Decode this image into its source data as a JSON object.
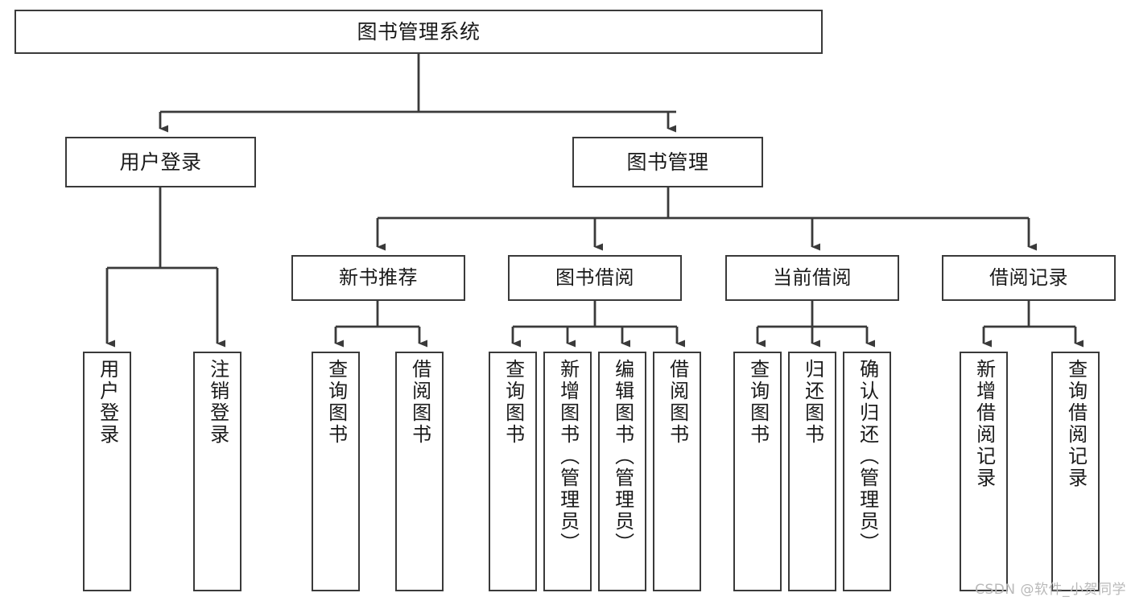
{
  "diagram": {
    "title": "图书管理系统",
    "type": "functional-structure-tree",
    "orientation": "top-down",
    "stroke_color": "#3a3a3a",
    "fill_color": "#ffffff",
    "text_color": "#1a1a1a"
  },
  "watermark": {
    "text": "CSDN @软件_小贺同学",
    "color": "#b9b9b9"
  },
  "nodes": {
    "root": {
      "label": "图书管理系统"
    },
    "level2": [
      {
        "id": "user-login",
        "label": "用户登录"
      },
      {
        "id": "book-manage",
        "label": "图书管理"
      }
    ],
    "level3": [
      {
        "id": "new-book-rec",
        "label": "新书推荐"
      },
      {
        "id": "book-borrow",
        "label": "图书借阅"
      },
      {
        "id": "current-borrow",
        "label": "当前借阅"
      },
      {
        "id": "borrow-record",
        "label": "借阅记录"
      }
    ],
    "leaves": {
      "user_login": [
        {
          "id": "leaf-user-login",
          "label": "用户登录"
        },
        {
          "id": "leaf-logout",
          "label": "注销登录"
        }
      ],
      "new_book_rec": [
        {
          "id": "leaf-query-book-1",
          "label": "查询图书"
        },
        {
          "id": "leaf-borrow-book-1",
          "label": "借阅图书"
        }
      ],
      "book_borrow": [
        {
          "id": "leaf-query-book-2",
          "label": "查询图书"
        },
        {
          "id": "leaf-add-book",
          "label": "新增图书（管理员）"
        },
        {
          "id": "leaf-edit-book",
          "label": "编辑图书（管理员）"
        },
        {
          "id": "leaf-borrow-book-2",
          "label": "借阅图书"
        }
      ],
      "current_borrow": [
        {
          "id": "leaf-query-book-3",
          "label": "查询图书"
        },
        {
          "id": "leaf-return-book",
          "label": "归还图书"
        },
        {
          "id": "leaf-confirm-return",
          "label": "确认归还（管理员）"
        }
      ],
      "borrow_record": [
        {
          "id": "leaf-add-record",
          "label": "新增借阅记录"
        },
        {
          "id": "leaf-query-record",
          "label": "查询借阅记录"
        }
      ]
    }
  }
}
